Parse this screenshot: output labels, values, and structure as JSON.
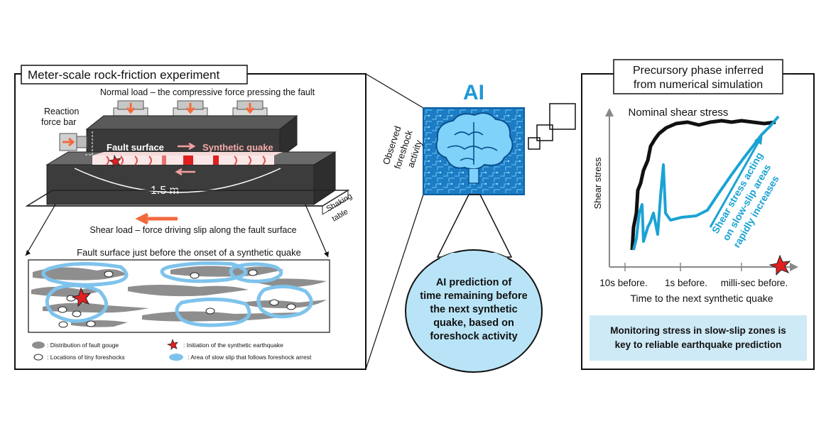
{
  "left_panel": {
    "title": "Meter-scale rock-friction experiment",
    "normal_load": "Normal load – the compressive force pressing the fault",
    "reaction_bar": [
      "Reaction",
      "force bar"
    ],
    "fault_surface": "Fault surface",
    "synthetic_quake": "Synthetic quake",
    "length": "1.5 m",
    "shaking_table": [
      "Shaking",
      "table"
    ],
    "shear_load": "Shear load – force driving slip along the fault surface",
    "fault_caption": "Fault surface just before the onset of a synthetic quake",
    "legend": {
      "gouge": ": Distribution of fault gouge",
      "initiation": ": Initiation of the synthetic earthquake",
      "foreshocks": ": Locations of tiny foreshocks",
      "slow_slip": ": Area of slow slip that follows foreshock arrest"
    }
  },
  "middle": {
    "ai_label": "AI",
    "observed": [
      "Observed",
      "foreshock",
      "activity"
    ],
    "prediction": [
      "AI prediction of",
      "time remaining before",
      "the next synthetic",
      "quake, based on",
      "foreshock activity"
    ]
  },
  "right_panel": {
    "title": [
      "Precursory phase inferred",
      "from numerical simulation"
    ],
    "nominal": "Nominal shear stress",
    "ylabel": "Shear stress",
    "annotation": [
      "Shear stress acting",
      "on slow-slip areas",
      "rapidly increases"
    ],
    "ticks": [
      "10s before.",
      "1s before.",
      "milli-sec before."
    ],
    "xlabel": "Time to the next synthetic quake",
    "note": [
      "Monitoring stress in slow-slip zones is",
      "key to reliable earthquake prediction"
    ]
  },
  "colors": {
    "slow_slip_blue": "#7ec3ec",
    "curve_blue": "#1aa3d4",
    "ai_blue": "#2196d8",
    "quake_red": "#e02020",
    "arrow_orange": "#f26a3c",
    "note_bg": "#cfeaf7",
    "block_dark": "#3a3a3a"
  }
}
